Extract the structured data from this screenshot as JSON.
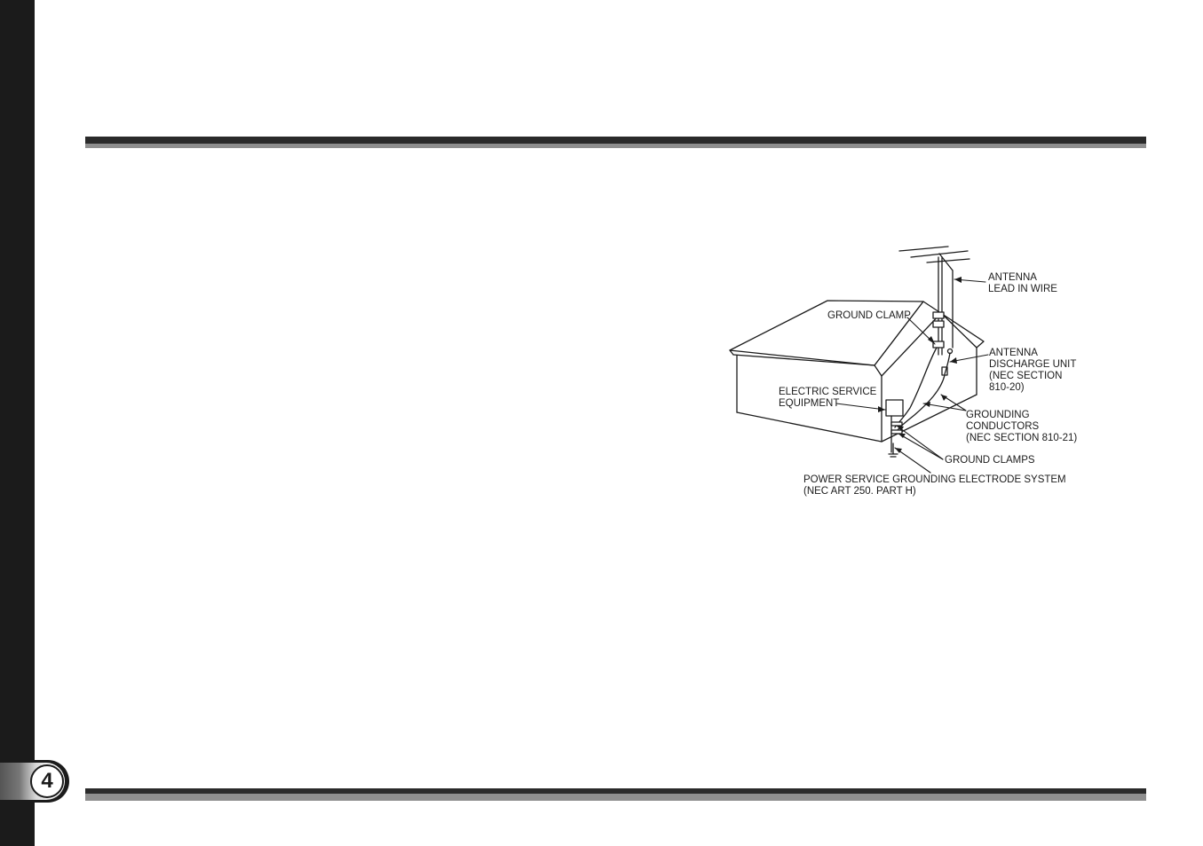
{
  "page": {
    "number": "4"
  },
  "colors": {
    "ink": "#1b1b1b",
    "rule_dark": "#2a2a2a",
    "rule_light": "#8e8e8e"
  },
  "figure": {
    "labels": {
      "antenna_lead": [
        "ANTENNA",
        "LEAD IN WIRE"
      ],
      "ground_clamp": "GROUND CLAMP",
      "discharge_unit": [
        "ANTENNA",
        "DISCHARGE UNIT",
        "(NEC SECTION",
        "810-20)"
      ],
      "electric_service": [
        "ELECTRIC SERVICE",
        "EQUIPMENT"
      ],
      "grounding_conductors": [
        "GROUNDING",
        "CONDUCTORS",
        "(NEC SECTION 810-21)"
      ],
      "ground_clamps": "GROUND CLAMPS",
      "power_service": [
        "POWER SERVICE GROUNDING ELECTRODE SYSTEM",
        "(NEC ART 250. PART H)"
      ]
    }
  }
}
